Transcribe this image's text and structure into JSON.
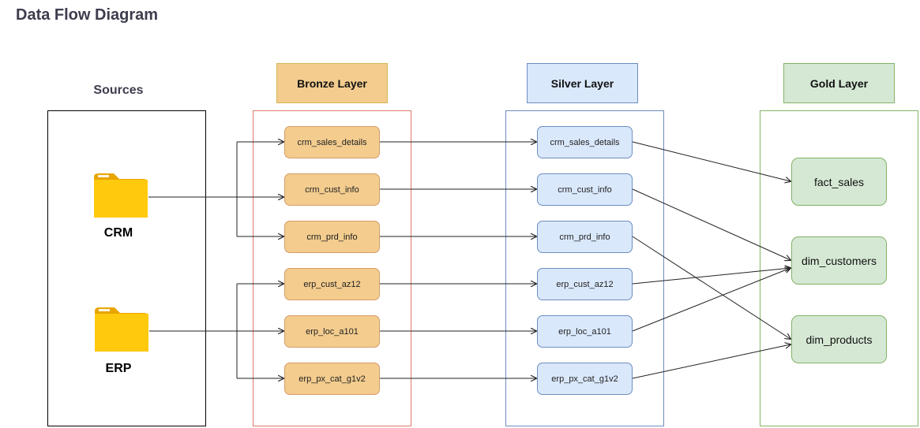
{
  "title": "Data Flow Diagram",
  "sources": {
    "label": "Sources",
    "items": [
      {
        "name": "CRM",
        "icon": "folder-icon"
      },
      {
        "name": "ERP",
        "icon": "folder-icon"
      }
    ]
  },
  "layers": {
    "bronze": {
      "label": "Bronze Layer",
      "color": "#f3cc8e",
      "nodes": [
        "crm_sales_details",
        "crm_cust_info",
        "crm_prd_info",
        "erp_cust_az12",
        "erp_loc_a101",
        "erp_px_cat_g1v2"
      ]
    },
    "silver": {
      "label": "Silver Layer",
      "color": "#dae8fc",
      "nodes": [
        "crm_sales_details",
        "crm_cust_info",
        "crm_prd_info",
        "erp_cust_az12",
        "erp_loc_a101",
        "erp_px_cat_g1v2"
      ]
    },
    "gold": {
      "label": "Gold Layer",
      "color": "#d5e8d4",
      "nodes": [
        "fact_sales",
        "dim_customers",
        "dim_products"
      ]
    }
  }
}
